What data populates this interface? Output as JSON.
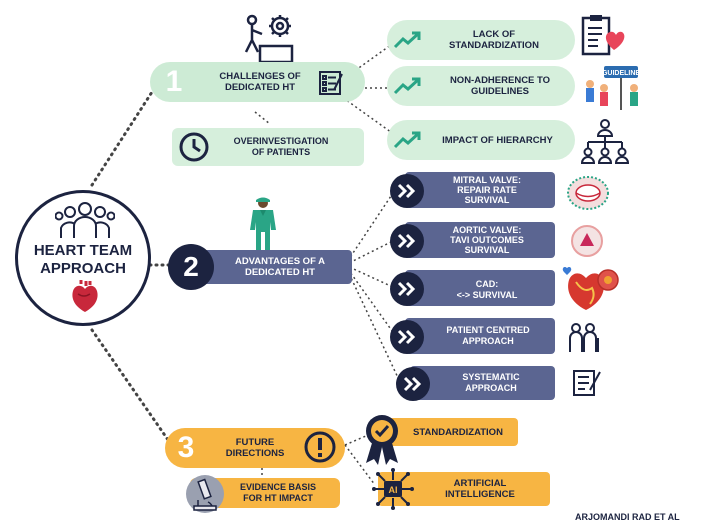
{
  "center": {
    "title": "HEART TEAM\nAPPROACH"
  },
  "section1": {
    "number": "1",
    "title": "CHALLENGES OF\nDEDICATED HT",
    "sub": "OVERINVESTIGATION\nOF PATIENTS",
    "items": [
      "LACK OF\nSTANDARDIZATION",
      "NON-ADHERENCE TO\nGUIDELINES",
      "IMPACT OF HIERARCHY"
    ],
    "guideline_sign": "GUIDELINE"
  },
  "section2": {
    "number": "2",
    "title": "ADVANTAGES OF A\nDEDICATED HT",
    "items": [
      "MITRAL VALVE:\nREPAIR RATE\nSURVIVAL",
      "AORTIC VALVE:\nTAVI OUTCOMES\nSURVIVAL",
      "CAD:\n<-> SURVIVAL",
      "PATIENT CENTRED\nAPPROACH",
      "SYSTEMATIC\nAPPROACH"
    ]
  },
  "section3": {
    "number": "3",
    "title": "FUTURE\nDIRECTIONS",
    "sub": "EVIDENCE BASIS\nFOR HT IMPACT",
    "items": [
      "STANDARDIZATION",
      "ARTIFICIAL\nINTELLIGENCE"
    ],
    "ai_chip": "AI"
  },
  "credit": "ARJOMANDI RAD ET AL",
  "colors": {
    "navy": "#1c2340",
    "green": "#d6efdc",
    "blue": "#5b6591",
    "orange": "#f7b543",
    "teal": "#2aa586"
  }
}
